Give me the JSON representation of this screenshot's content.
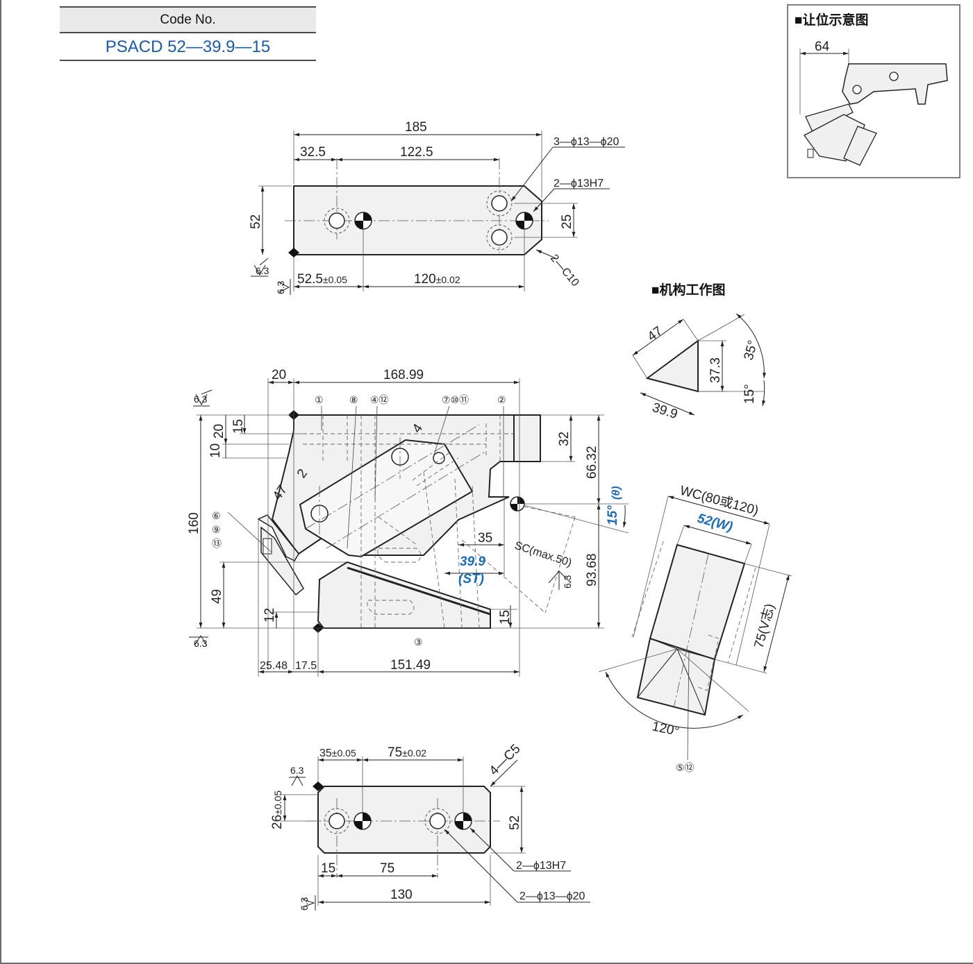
{
  "code": {
    "header": "Code No.",
    "value": "PSACD 52—39.9—15"
  },
  "relief_view": {
    "title": "■让位示意图",
    "dim": "64"
  },
  "mechanism_view": {
    "title": "■机构工作图",
    "d47": "47",
    "d373": "37.3",
    "d399": "39.9",
    "a35": "35°",
    "a15": "15°"
  },
  "top_view": {
    "d185": "185",
    "d325": "32.5",
    "d1225": "122.5",
    "d52": "52",
    "d25": "25",
    "d525": "52.5",
    "d525_tol": "±0.05",
    "d120": "120",
    "d120_tol": "±0.02",
    "holes_a": "3—ϕ13—ϕ20",
    "holes_b": "2—ϕ13H7",
    "chamfer": "2—C10",
    "rough": "6.3"
  },
  "front_view": {
    "d20": "20",
    "d16899": "168.99",
    "d15a": "15",
    "d20b": "20",
    "d10": "10",
    "d160": "160",
    "d32": "32",
    "d6632": "66.32",
    "d9368": "93.68",
    "d47": "47",
    "d2": "2",
    "d4": "4",
    "d35": "35",
    "d399": "39.9",
    "st": "(ST)",
    "sc": "SC(max.50)",
    "ang15": "15°",
    "theta": "(θ)",
    "d49": "49",
    "d12": "12",
    "d15b": "15",
    "d2548": "25.48",
    "d175": "17.5",
    "d15149": "151.49",
    "labels": [
      "①",
      "⑧",
      "④⑫",
      "⑦⑩⑪",
      "②",
      "⑥",
      "⑨",
      "⑬",
      "③"
    ],
    "rough": "6.3"
  },
  "side_view": {
    "wc": "WC(80或120)",
    "w": "52(W)",
    "v": "75(V志)",
    "angle": "120°",
    "label": "⑤⑫"
  },
  "bottom_view": {
    "d35": "35",
    "d35_tol": "±0.05",
    "d75a": "75",
    "d75a_tol": "±0.02",
    "chamfer": "4—C5",
    "d26": "26",
    "d26_tol": "±0.05",
    "d52": "52",
    "d15": "15",
    "d75b": "75",
    "d130": "130",
    "holes_a": "2—ϕ13H7",
    "holes_b": "2—ϕ13—ϕ20",
    "rough": "6.3"
  }
}
